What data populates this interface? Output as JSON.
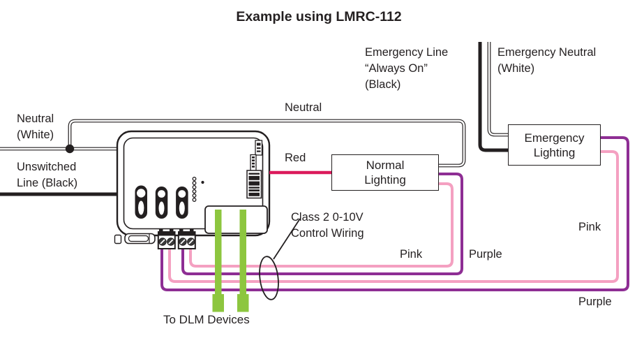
{
  "title": "Example using LMRC-112",
  "colors": {
    "black": "#231F20",
    "white": "#FFFFFF",
    "red": "#DB1A5B",
    "pink": "#F4A0C1",
    "purple": "#8E2E94",
    "green": "#8DC63F",
    "screw_gray": "#3A3A3A"
  },
  "labels": {
    "emergency_line": {
      "line1": "Emergency Line",
      "line2": "“Always On”",
      "line3": "(Black)"
    },
    "emergency_neutral": {
      "line1": "Emergency Neutral",
      "line2": "(White)"
    },
    "neutral_left": {
      "line1": "Neutral",
      "line2": "(White)"
    },
    "unswitched_line": {
      "line1": "Unswitched",
      "line2": "Line (Black)"
    },
    "neutral_top": "Neutral",
    "red_wire": "Red",
    "pink_normal": "Pink",
    "purple_normal": "Purple",
    "pink_emergency": "Pink",
    "purple_emergency": "Purple",
    "class2": {
      "line1": "Class 2 0-10V",
      "line2": "Control Wiring"
    },
    "to_dlm": "To DLM Devices"
  },
  "boxes": {
    "normal_lighting": {
      "line1": "Normal",
      "line2": "Lighting"
    },
    "emergency_lighting": {
      "line1": "Emergency",
      "line2": "Lighting"
    }
  }
}
